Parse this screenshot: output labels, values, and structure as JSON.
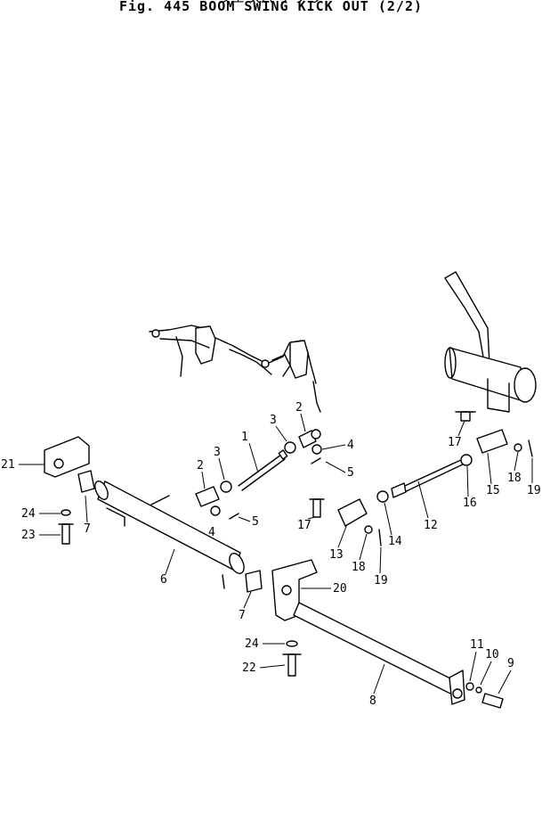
{
  "figure": {
    "title_top": "シエ スパ ウ ツ ツ",
    "title": "Fig. 445  BOOM SWING KICK OUT (2/2)"
  },
  "callouts": [
    "1",
    "2",
    "3",
    "4",
    "5",
    "6",
    "7",
    "8",
    "9",
    "10",
    "11",
    "12",
    "13",
    "14",
    "15",
    "16",
    "17",
    "18",
    "19",
    "20",
    "21",
    "22",
    "23",
    "24"
  ]
}
